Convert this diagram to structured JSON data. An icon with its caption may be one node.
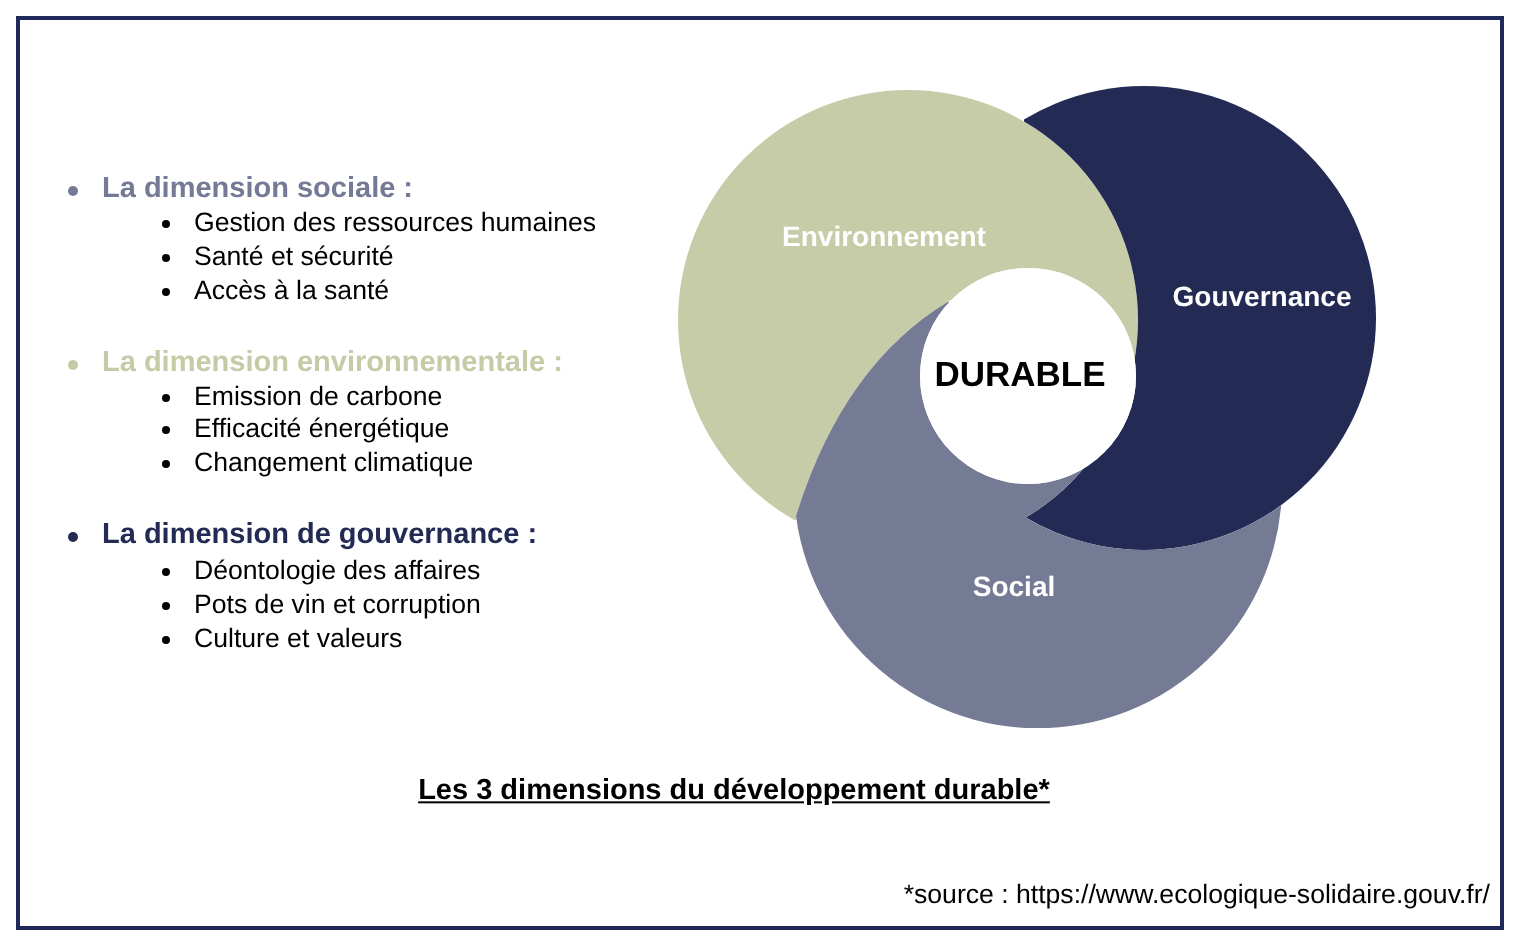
{
  "diagram": {
    "caption": "Les 3 dimensions du développement durable*",
    "nodes": [
      {
        "text": [
          "Environnement"
        ]
      },
      {
        "text": [
          "Gouvernance"
        ]
      },
      {
        "text": [
          "DURABLE"
        ]
      },
      {
        "text": [
          "Social"
        ]
      }
    ],
    "labels": [
      "La dimension sociale :",
      "Gestion des ressources humaines",
      "Santé et sécurité",
      "Accès à la santé",
      "La dimension environnementale :",
      "Emission de carbone",
      "Efficacité énergétique",
      "Changement climatique",
      "La dimension de gouvernance :",
      "Déontologie des affaires",
      "Pots de vin et corruption",
      "Culture et valeurs",
      "*source : https://www.ecologique-solidaire.gouv.fr/"
    ]
  }
}
